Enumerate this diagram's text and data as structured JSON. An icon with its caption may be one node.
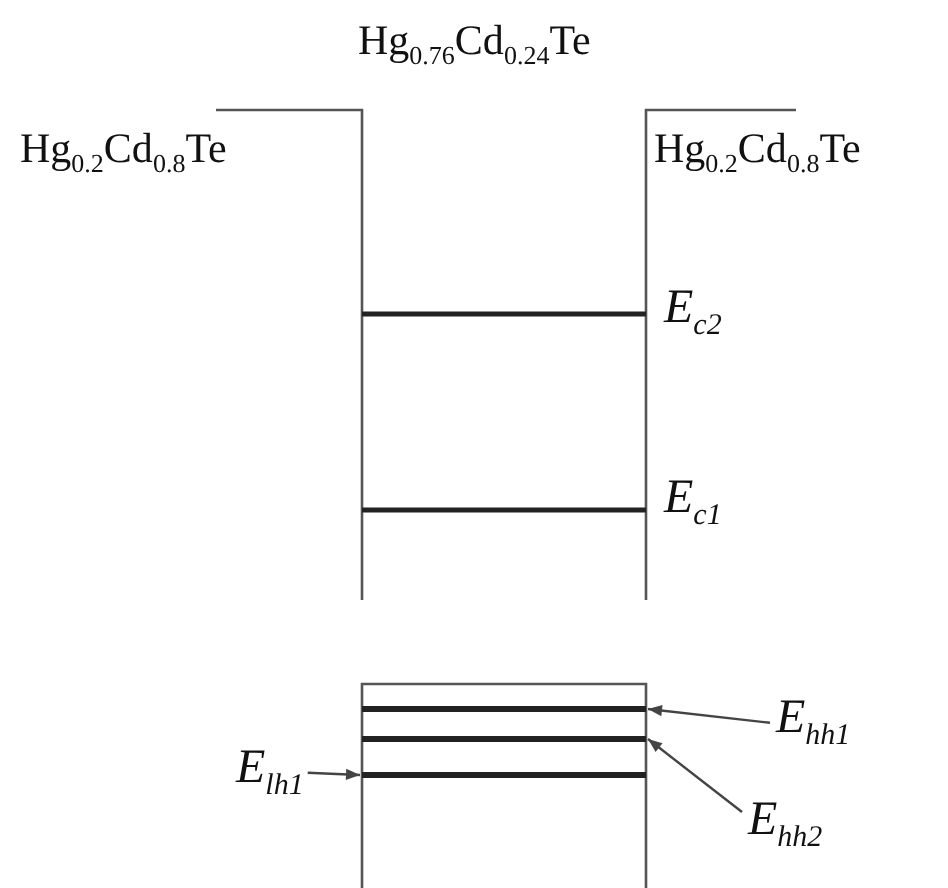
{
  "diagram": {
    "nodes": [
      {
        "text": [
          "E$_{hh1}$"
        ]
      },
      {
        "text": [],
        "shape": "bar"
      },
      {
        "text": [],
        "shape": "bar"
      },
      {
        "text": [],
        "shape": "bar"
      },
      {
        "text": [
          "E$_{lh1}$"
        ]
      },
      {
        "text": [
          "E$_{hh2}$"
        ]
      }
    ],
    "edges": [
      {
        "from": 0,
        "to": 1,
        "arrow": "to"
      },
      {
        "from": 4,
        "to": 3,
        "arrow": "to"
      },
      {
        "from": 5,
        "to": 2,
        "arrow": "to"
      }
    ],
    "labels": [
      "Hg$_{0.76}$Cd$_{0.24}$Te",
      "Hg$_{0.2}$Cd$_{0.8}$Te",
      "Hg$_{0.2}$Cd$_{0.8}$Te",
      "E$_{c2}$",
      "E$_{c1}$"
    ]
  }
}
